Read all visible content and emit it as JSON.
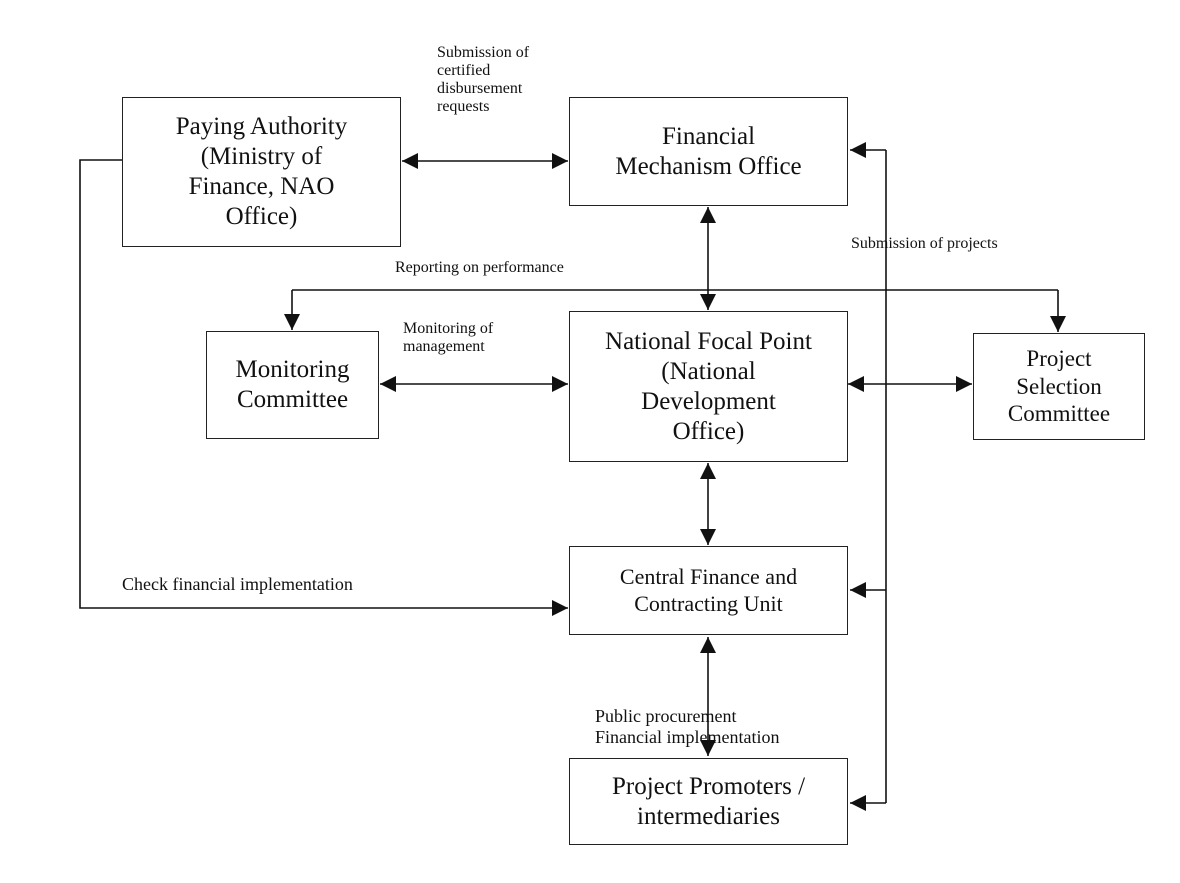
{
  "nodes": {
    "paying_authority": "Paying Authority\n(Ministry of\nFinance, NAO\nOffice)",
    "financial_mechanism_office": "Financial\nMechanism Office",
    "monitoring_committee": "Monitoring\nCommittee",
    "national_focal_point": "National Focal Point\n(National\nDevelopment\nOffice)",
    "project_selection_committee": "Project\nSelection\nCommittee",
    "central_finance_unit": "Central Finance and\nContracting Unit",
    "project_promoters": "Project Promoters /\nintermediaries"
  },
  "edge_labels": {
    "disbursement": "Submission of\ncertified\ndisbursement\nrequests",
    "submission_projects": "Submission of projects",
    "reporting_performance": "Reporting on performance",
    "monitoring_management": "Monitoring of\nmanagement",
    "check_financial": "Check financial implementation",
    "procurement": "Public procurement\nFinancial implementation"
  }
}
